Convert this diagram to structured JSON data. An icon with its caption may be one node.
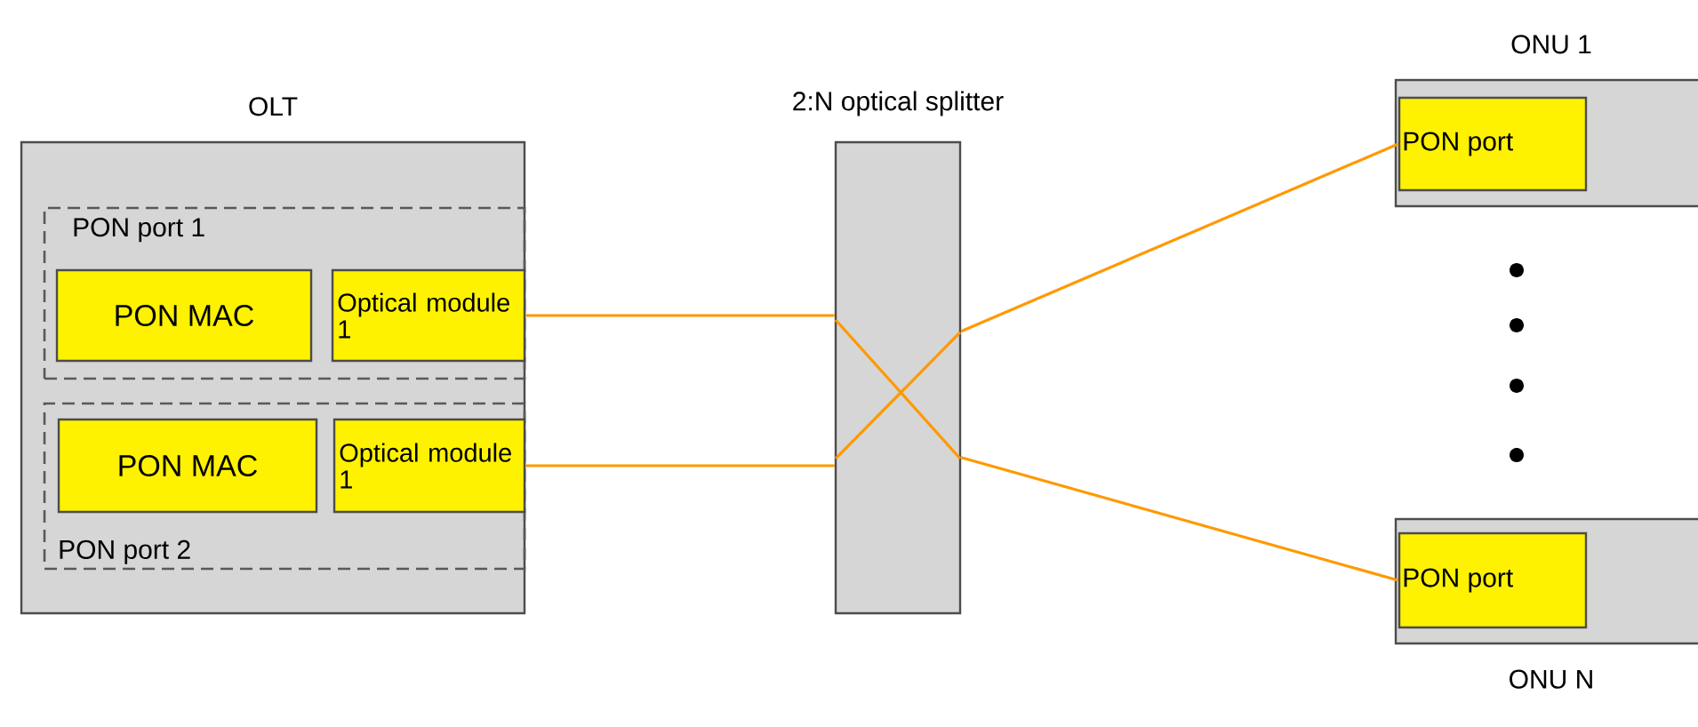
{
  "diagram": {
    "nodes": [
      {
        "text": [
          "OLT"
        ]
      },
      {
        "text": [
          "PON port 1"
        ],
        "in": 0
      },
      {
        "text": [
          "PON MAC"
        ],
        "in": 1
      },
      {
        "text": [
          "Optical module 1"
        ],
        "in": 1
      },
      {
        "text": [
          "PON port 2"
        ],
        "in": 0
      },
      {
        "text": [
          "PON MAC"
        ],
        "in": 4
      },
      {
        "text": [
          "Optical module 1"
        ],
        "in": 4
      },
      {
        "text": [
          "2:N optical splitter"
        ]
      },
      {
        "text": [
          "ONU 1"
        ]
      },
      {
        "text": [
          "PON port"
        ],
        "in": 8
      },
      {
        "text": [
          "ONU N"
        ]
      },
      {
        "text": [
          "PON port"
        ],
        "in": 10
      }
    ],
    "edges": [
      {
        "from": 3,
        "to": 7,
        "arrow": "none"
      },
      {
        "from": 6,
        "to": 7,
        "arrow": "none"
      },
      {
        "from": 7,
        "to": 9,
        "arrow": "none"
      },
      {
        "from": 7,
        "to": 11,
        "arrow": "none"
      }
    ]
  }
}
